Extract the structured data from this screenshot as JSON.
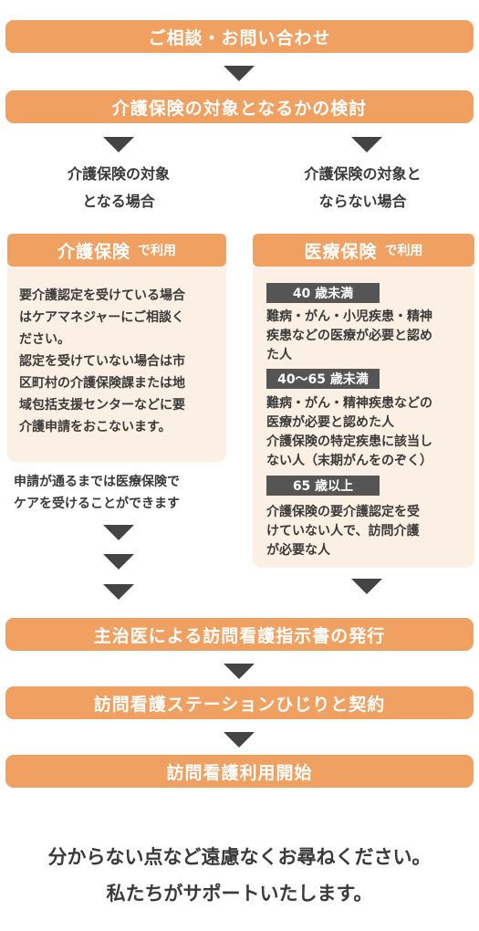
{
  "steps": {
    "consult": "ご相談・お問い合わせ",
    "review": "介護保険の対象となるかの検討",
    "instruction": "主治医による訪問看護指示書の発行",
    "contract": "訪問看護ステーションひじりと契約",
    "start": "訪問看護利用開始"
  },
  "outcomes": {
    "eligible_line1": "介護保険の対象",
    "eligible_line2": "となる場合",
    "not_eligible_line1": "介護保険の対象と",
    "not_eligible_line2": "ならない場合"
  },
  "care_insurance": {
    "title": "介護保険",
    "suffix": "で利用",
    "body": [
      "要介護認定を受けている場合",
      "はケアマネジャーにご相談く",
      "ださい。",
      "認定を受けていない場合は市",
      "区町村の介護保険課または地",
      "域包括支援センターなどに要",
      "介護申請をおこないます。"
    ],
    "note_line1": "申請が通るまでは医療保険で",
    "note_line2": "ケアを受けることができます"
  },
  "medical_insurance": {
    "title": "医療保険",
    "suffix": "で利用",
    "groups": [
      {
        "age": "40 歳未満",
        "lines": [
          "難病・がん・小児疾患・精神",
          "疾患などの医療が必要と認め",
          "た人"
        ]
      },
      {
        "age": "40〜65 歳未満",
        "lines": [
          "難病・がん・精神疾患などの",
          "医療が必要と認めた人",
          "介護保険の特定疾患に該当し",
          "ない人（末期がんをのぞく）"
        ]
      },
      {
        "age": "65 歳以上",
        "lines": [
          "介護保険の要介護認定を受",
          "けていない人で、訪問介護",
          "が必要な人"
        ]
      }
    ]
  },
  "closing": {
    "line1": "分からない点など遠慮なくお尋ねください。",
    "line2": "私たちがサポートいたします。"
  }
}
